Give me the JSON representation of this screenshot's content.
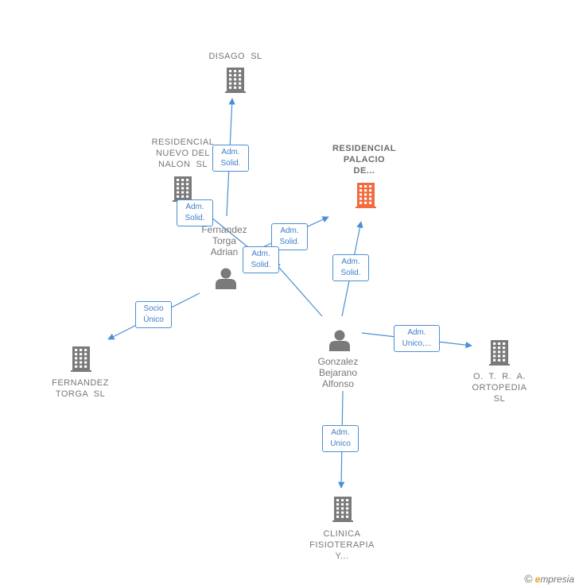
{
  "nodes": [
    {
      "id": "disago",
      "type": "company",
      "lines": [
        "DISAGO  SL"
      ]
    },
    {
      "id": "residencial-nuevo",
      "type": "company",
      "lines": [
        "RESIDENCIAL",
        "NUEVO DEL",
        "NALON  SL"
      ]
    },
    {
      "id": "residencial-palacio",
      "type": "company-highlight",
      "lines": [
        "RESIDENCIAL",
        "PALACIO",
        "DE..."
      ]
    },
    {
      "id": "fernandez-adrian",
      "type": "person",
      "lines": [
        "Fernandez",
        "Torga",
        "Adrian"
      ]
    },
    {
      "id": "fernandez-torga-sl",
      "type": "company",
      "lines": [
        "FERNANDEZ",
        "TORGA  SL"
      ]
    },
    {
      "id": "gonzalez",
      "type": "person",
      "lines": [
        "Gonzalez",
        "Bejarano",
        "Alfonso"
      ]
    },
    {
      "id": "otra",
      "type": "company",
      "lines": [
        "O.  T.  R.  A.",
        "ORTOPEDIA",
        "SL"
      ]
    },
    {
      "id": "clinica",
      "type": "company",
      "lines": [
        "CLINICA",
        "FISIOTERAPIA",
        "Y..."
      ]
    }
  ],
  "edges": [
    {
      "from": "residencial-nuevo",
      "to": "disago",
      "lines": [
        "Adm.",
        "Solid."
      ]
    },
    {
      "from": "fernandez-adrian",
      "to": "residencial-nuevo",
      "lines": [
        "Adm.",
        "Solid."
      ]
    },
    {
      "from": "fernandez-adrian",
      "to": "residencial-palacio",
      "lines": [
        "Adm.",
        "Solid."
      ]
    },
    {
      "from": "gonzalez",
      "to": "fernandez-adrian",
      "lines": [
        "Adm.",
        "Solid."
      ]
    },
    {
      "from": "gonzalez",
      "to": "residencial-palacio",
      "lines": [
        "Adm.",
        "Solid."
      ]
    },
    {
      "from": "fernandez-adrian",
      "to": "fernandez-torga-sl",
      "lines": [
        "Socio",
        "Único"
      ]
    },
    {
      "from": "gonzalez",
      "to": "otra",
      "lines": [
        "Adm.",
        "Unico,..."
      ]
    },
    {
      "from": "gonzalez",
      "to": "clinica",
      "lines": [
        "Adm.",
        "Unico"
      ]
    }
  ],
  "colors": {
    "edge": "#4a8fd6",
    "icon": "#7a7a7a",
    "highlight": "#f26a3d"
  },
  "brand": {
    "copyright": "©",
    "e": "e",
    "rest": "mpresia"
  }
}
